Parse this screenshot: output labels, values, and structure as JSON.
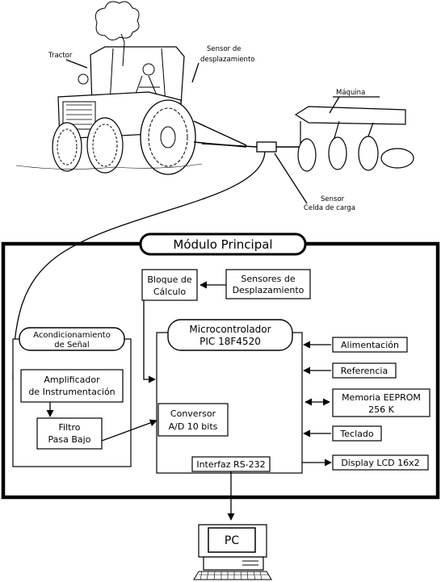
{
  "illustration": {
    "tractor_label": "Tractor",
    "sensor_displacement_label_1": "Sensor de",
    "sensor_displacement_label_2": "desplazamiento",
    "machine_label": "Máquina",
    "load_cell_label_1": "Sensor",
    "load_cell_label_2": "Celda de carga"
  },
  "module": {
    "title": "Módulo Principal",
    "calc_block": [
      "Bloque de",
      "Cálculo"
    ],
    "displacement_sensors": [
      "Sensores de",
      "Desplazamiento"
    ],
    "conditioning": [
      "Acondicionamiento",
      "de Señal"
    ],
    "amplifier": [
      "Amplificador",
      "de Instrumentación"
    ],
    "filter": [
      "Filtro",
      "Pasa Bajo"
    ],
    "microcontroller": [
      "Microcontrolador",
      "PIC 18F4520"
    ],
    "adc": [
      "Conversor",
      "A/D 10 bits"
    ],
    "rs232": "Interfaz RS-232",
    "power": "Alimentación",
    "reference": "Referencia",
    "eeprom": [
      "Memoria EEPROM",
      "256 K"
    ],
    "keyboard": "Teclado",
    "lcd": "Display LCD 16x2"
  },
  "pc": {
    "label": "PC"
  }
}
